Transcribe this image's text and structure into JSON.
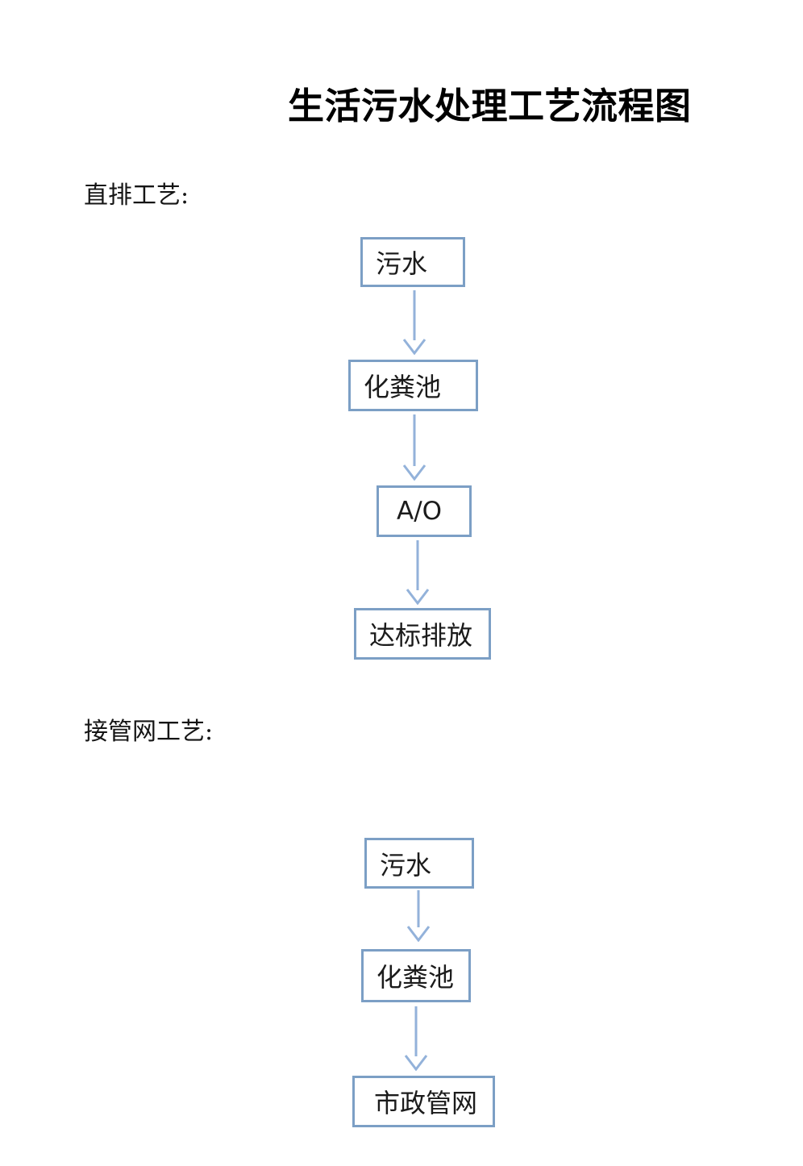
{
  "document": {
    "title": "生活污水处理工艺流程图",
    "background": "#ffffff"
  },
  "colors": {
    "box_border": "#7c9fc5",
    "arrow": "#93b2da",
    "text": "#1b1b1b"
  },
  "sections": [
    {
      "label": "直排工艺:",
      "nodes": [
        "污水",
        "化粪池",
        "A/O",
        "达标排放"
      ]
    },
    {
      "label": "接管网工艺:",
      "nodes": [
        "污水",
        "化粪池",
        "市政管网"
      ]
    }
  ]
}
